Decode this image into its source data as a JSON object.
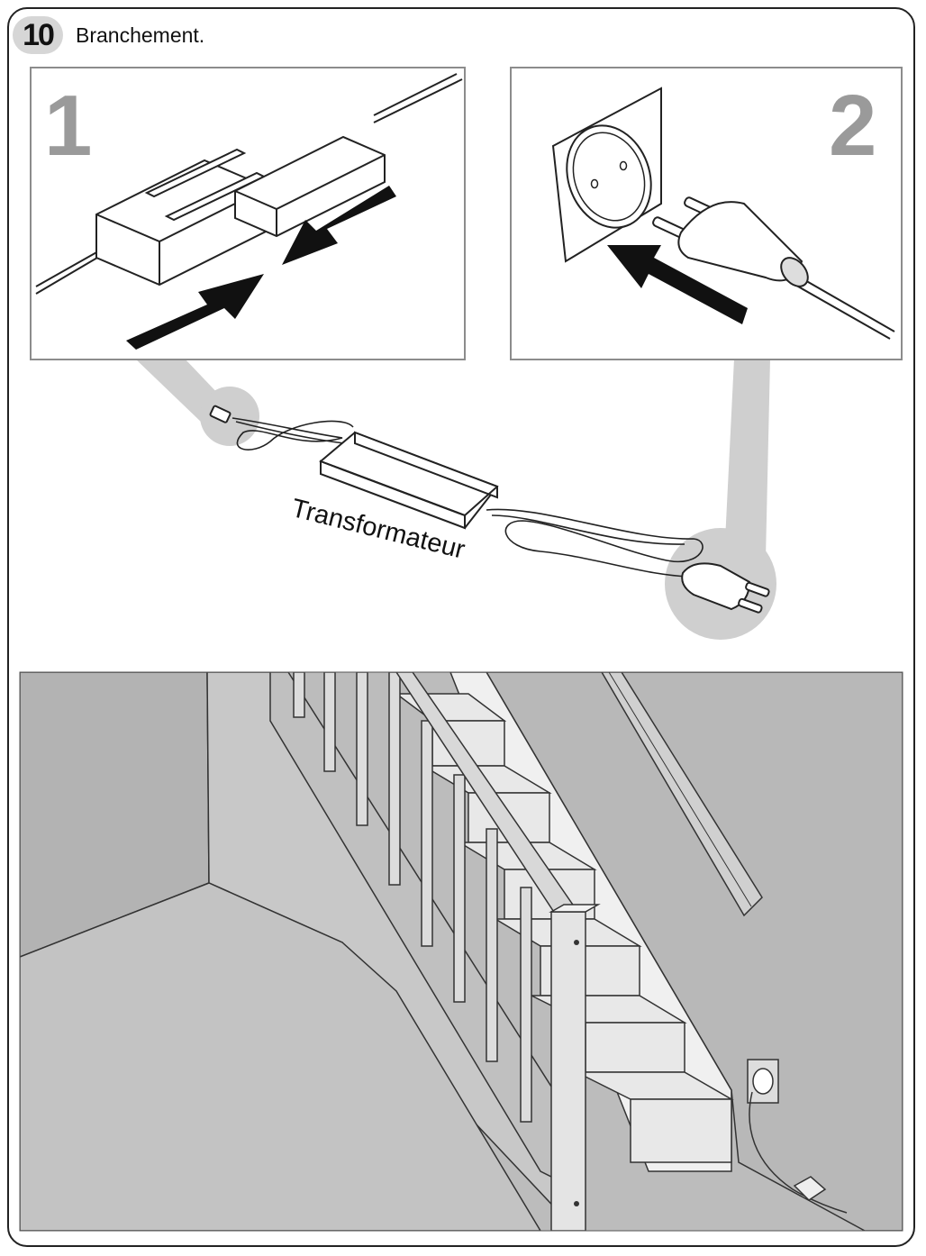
{
  "header": {
    "step_number": "10",
    "title": "Branchement."
  },
  "panels": [
    {
      "number": "1",
      "depicts": "connector-joining"
    },
    {
      "number": "2",
      "depicts": "plug-into-wall-socket"
    }
  ],
  "transformer": {
    "label": "Transformateur"
  },
  "colors": {
    "background": "#ffffff",
    "wall_gray": "#b9b9b9",
    "floor_gray": "#c4c4c4",
    "arrow_black": "#111111",
    "panel_number_gray": "#9a9a9a",
    "callout_gray": "#cfcfcf"
  },
  "icons": [
    "connector-icon",
    "plug-icon",
    "wall-socket-icon",
    "arrow-icon",
    "transformer-icon",
    "staircase-illustration"
  ]
}
